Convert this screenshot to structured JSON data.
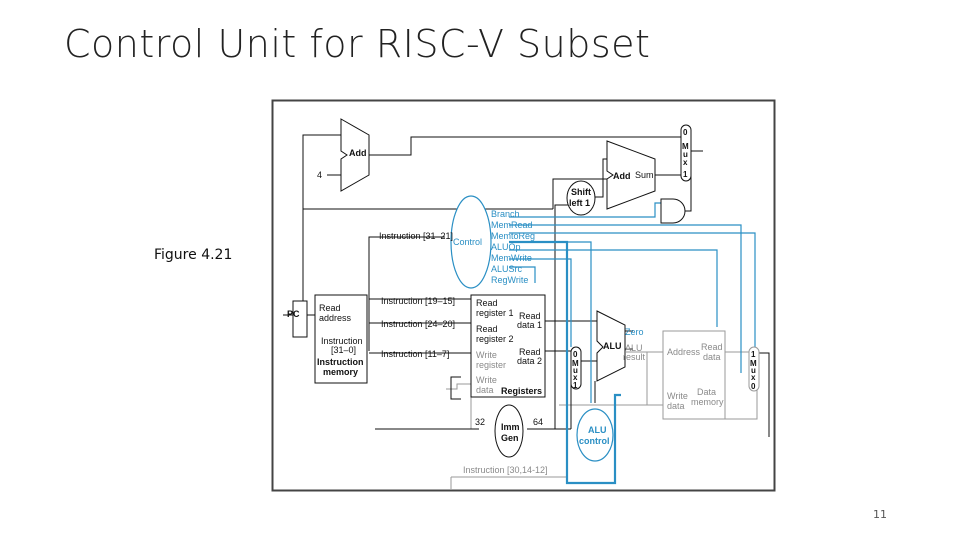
{
  "slide": {
    "title": "Control Unit for RISC-V Subset",
    "caption": "Figure 4.21",
    "page_number": "11"
  },
  "diagram": {
    "pc": "PC",
    "add": "Add",
    "four": "4",
    "add_sum_add": "Add",
    "add_sum_sum": "Sum",
    "shift_left_1": "Shift",
    "shift_left_2": "left 1",
    "mux_top": {
      "zero": "0",
      "m": "M",
      "u": "u",
      "x": "x",
      "one": "1"
    },
    "mux_alu": {
      "zero": "0",
      "m": "M",
      "u": "u",
      "x": "x",
      "one": "1"
    },
    "mux_mem": {
      "one": "1",
      "m": "M",
      "u": "u",
      "x": "x",
      "zero": "0"
    },
    "control": "Control",
    "control_signals": [
      "Branch",
      "MemRead",
      "MemtoReg",
      "ALUOp",
      "MemWrite",
      "ALUSrc",
      "RegWrite"
    ],
    "instr_control": "Instruction [31–21]",
    "instr_19_15": "Instruction [19–15]",
    "instr_24_20": "Instruction [24–20]",
    "instr_11_7": "Instruction [11–7]",
    "instr_mem_1": "Instruction",
    "instr_mem_2": "[31–0]",
    "instr_mem_3": "Instruction",
    "instr_mem_4": "memory",
    "read_address_1": "Read",
    "read_address_2": "address",
    "reg_read1_1": "Read",
    "reg_read1_2": "register 1",
    "reg_read2_1": "Read",
    "reg_read2_2": "register 2",
    "reg_write_1": "Write",
    "reg_write_2": "register",
    "reg_wdata_1": "Write",
    "reg_wdata_2": "data",
    "reg_out1_1": "Read",
    "reg_out1_2": "data 1",
    "reg_out2_1": "Read",
    "reg_out2_2": "data 2",
    "registers": "Registers",
    "alu": "ALU",
    "zero": "Zero",
    "alu_result_1": "ALU",
    "alu_result_2": "result",
    "dm_address": "Address",
    "dm_read_1": "Read",
    "dm_read_2": "data",
    "dm_write_1": "Write",
    "dm_write_2": "data",
    "dm_data_1": "Data",
    "dm_data_2": "memory",
    "imm_1": "Imm",
    "imm_2": "Gen",
    "bits_32": "32",
    "bits_64": "64",
    "alu_control_1": "ALU",
    "alu_control_2": "control",
    "instr_30_14_12": "Instruction [30,14-12]"
  },
  "colors": {
    "control_blue": "#2a8fc4",
    "wire_black": "#111111",
    "wire_gray": "#9a9a9a",
    "frame": "#444444"
  }
}
